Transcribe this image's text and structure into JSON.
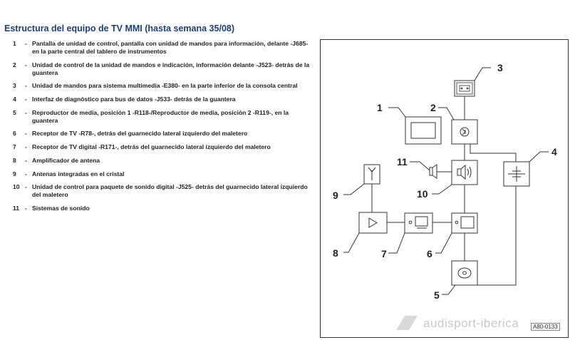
{
  "title": "Estructura del equipo de TV MMI (hasta semana 35/08)",
  "legend": [
    {
      "num": "1",
      "text": "Pantalla de unidad de control, pantalla con unidad de mandos para información, delante -J685- en la parte central del tablero de instrumentos"
    },
    {
      "num": "2",
      "text": "Unidad de control de la unidad de mandos e indicación, información delante -J523- detrás de la guantera"
    },
    {
      "num": "3",
      "text": "Unidad de mandos para sistema multimedia -E380- en la parte inferior de la consola central"
    },
    {
      "num": "4",
      "text": "Interfaz de diagnóstico para bus de datos -J533- detrás de la guantera"
    },
    {
      "num": "5",
      "text": "Reproductor de media, posición 1 -R118-/Reproductor de media, posición 2 -R119-, en la guantera"
    },
    {
      "num": "6",
      "text": "Receptor de TV -R78-, detrás del guarnecido lateral izquierdo del maletero"
    },
    {
      "num": "7",
      "text": "Receptor de TV digital -R171-, detrás del guarnecido lateral izquierdo del maletero"
    },
    {
      "num": "8",
      "text": "Amplificador de antena"
    },
    {
      "num": "9",
      "text": "Antenas integradas en el cristal"
    },
    {
      "num": "10",
      "text": "Unidad de control para paquete de sonido digital -J525- detrás del guarnecido lateral izquierdo del maletero"
    },
    {
      "num": "11",
      "text": "Sistemas de sonido"
    }
  ],
  "legend_separator": "-",
  "diagram": {
    "callouts": [
      "1",
      "2",
      "3",
      "4",
      "5",
      "6",
      "7",
      "8",
      "9",
      "10",
      "11"
    ]
  },
  "reference_code": "A80-0133",
  "watermark": "audisport-iberica"
}
